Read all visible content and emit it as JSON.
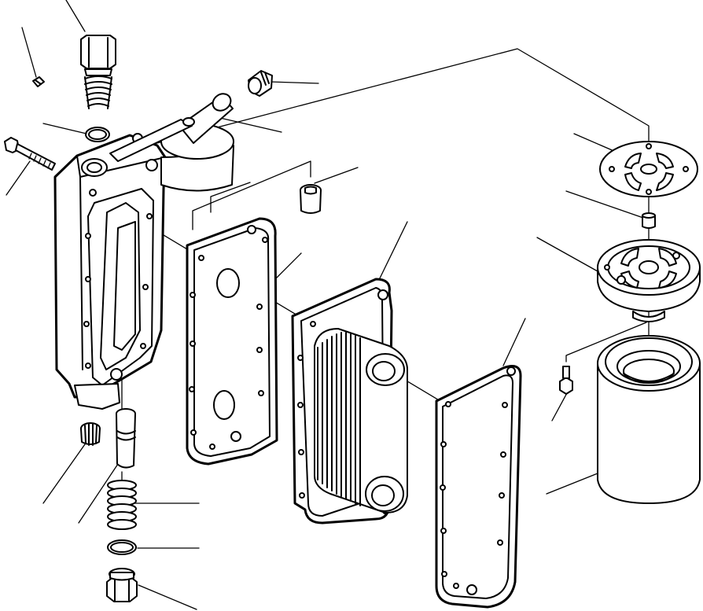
{
  "diagram": {
    "kind": "exploded-parts-view",
    "line_color": "#000000",
    "background": "#ffffff",
    "parts": [
      "relief-valve-plug",
      "set-screw",
      "o-ring-upper",
      "mounting-bolt",
      "oil-cooler-housing",
      "elbow-tube",
      "plug-cap",
      "connector-nipple",
      "housing-gasket",
      "oil-cooler-core",
      "cover-gasket",
      "filter-head-plate",
      "center-stud",
      "filter-head",
      "filter-bolt",
      "oil-filter-cartridge",
      "drain-plug",
      "bypass-valve-piston",
      "valve-spring",
      "o-ring-lower",
      "hex-plug"
    ]
  }
}
